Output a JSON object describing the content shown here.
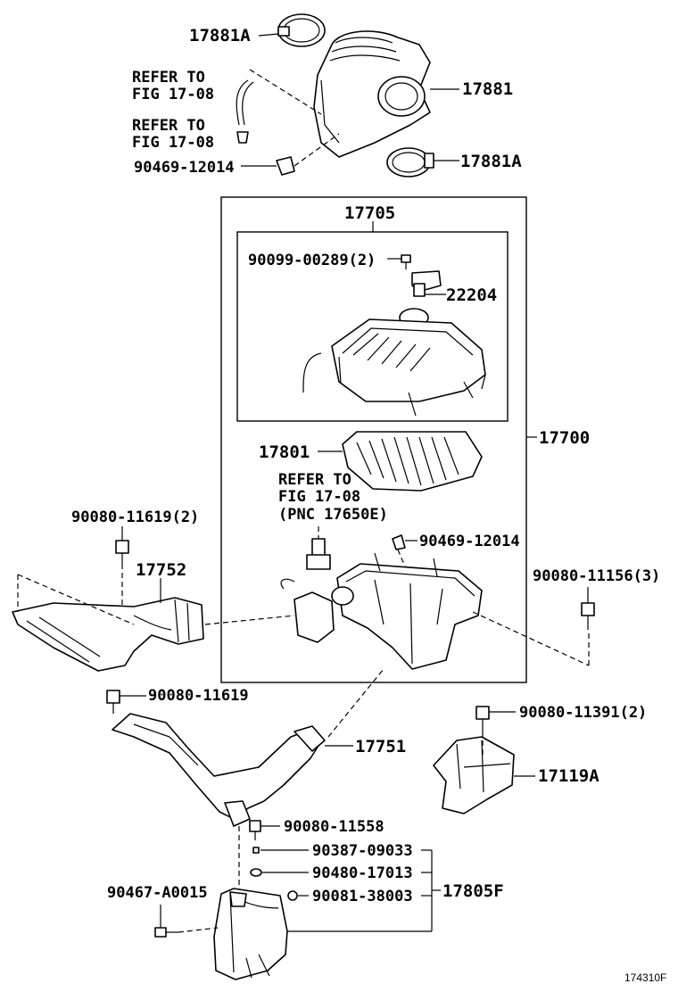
{
  "callouts": {
    "c17881A_top": "17881A",
    "c17881": "17881",
    "refer1_a": "REFER TO",
    "refer1_b": "FIG 17-08",
    "refer2_a": "REFER TO",
    "refer2_b": "FIG 17-08",
    "c90469_top": "90469-12014",
    "c17881A_bot": "17881A",
    "c17705": "17705",
    "c90099": "90099-00289(2)",
    "c22204": "22204",
    "c17801": "17801",
    "c17700": "17700",
    "refer3_a": "REFER TO",
    "refer3_b": "FIG 17-08",
    "refer3_c": "(PNC 17650E)",
    "c90469_mid": "90469-12014",
    "c90080_11619_2": "90080-11619(2)",
    "c17752": "17752",
    "c90080_11156": "90080-11156(3)",
    "c90080_11619": "90080-11619",
    "c90080_11391": "90080-11391(2)",
    "c17751": "17751",
    "c17119A": "17119A",
    "c90080_11558": "90080-11558",
    "c90387": "90387-09033",
    "c90480": "90480-17013",
    "c17805F": "17805F",
    "c90467": "90467-A0015",
    "c90081": "90081-38003"
  },
  "figure_id": "174310F"
}
